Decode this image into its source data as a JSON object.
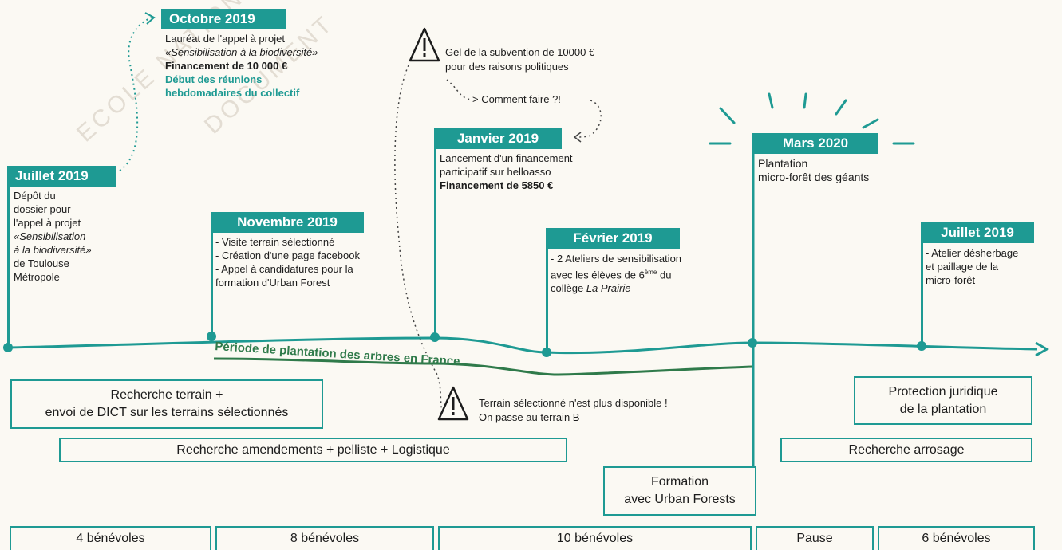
{
  "watermark": [
    "ECOLE NATIONALE",
    "DOCUMENT"
  ],
  "colors": {
    "accent": "#1e9a93",
    "period": "#2f7a4a",
    "warning": "#1c1c1c"
  },
  "events": {
    "oct2019": {
      "label": "Octobre 2019",
      "l1": "Lauréat de l'appel à projet",
      "l2": "«Sensibilisation à la biodiversité»",
      "l3": "Financement de 10 000 €",
      "l4": "Début des réunions",
      "l5": "hebdomadaires du collectif"
    },
    "jul2019a": {
      "label": "Juillet 2019",
      "l1": "Dépôt du",
      "l2": "dossier pour",
      "l3": "l'appel à projet",
      "l4": "«Sensibilisation",
      "l5": "à la biodiversité»",
      "l6": "de Toulouse",
      "l7": "Métropole"
    },
    "nov2019": {
      "label": "Novembre 2019",
      "l1": "- Visite terrain sélectionné",
      "l2": "- Création d'une page facebook",
      "l3": "- Appel à candidatures pour la",
      "l4": "formation d'Urban Forest"
    },
    "jan2019": {
      "label": "Janvier 2019",
      "l1": "Lancement d'un financement",
      "l2": "participatif sur helloasso",
      "l3": "Financement de 5850 €"
    },
    "feb2019": {
      "label": "Février 2019",
      "l1": "- 2 Ateliers de sensibilisation",
      "l2a": "avec les élèves de 6",
      "l2sup": "ème",
      "l2b": " du",
      "l3a": "collège ",
      "l3b": "La Prairie"
    },
    "mar2020": {
      "label": "Mars 2020",
      "l1": "Plantation",
      "l2": "micro-forêt des géants"
    },
    "jul2019b": {
      "label": "Juillet 2019",
      "l1": "- Atelier désherbage",
      "l2": "et paillage de la",
      "l3": "micro-forêt"
    }
  },
  "warnings": {
    "gel": {
      "l1": "Gel de la subvention de 10000 €",
      "l2": "pour des raisons politiques"
    },
    "comment": "> Comment faire ?!",
    "terrain": {
      "l1": "Terrain sélectionné n'est plus disponible !",
      "l2": "On passe au terrain B"
    }
  },
  "period_label": "Période de plantation des arbres en France",
  "tasks": {
    "recherche_terrain": {
      "l1": "Recherche terrain +",
      "l2": "envoi de DICT sur les terrains sélectionnés"
    },
    "amendements": "Recherche amendements + pelliste + Logistique",
    "protection": {
      "l1": "Protection juridique",
      "l2": "de la plantation"
    },
    "arrosage": "Recherche arrosage",
    "formation": {
      "l1": "Formation",
      "l2": "avec Urban Forests"
    }
  },
  "volunteers": [
    "4 bénévoles",
    "8 bénévoles",
    "10 bénévoles",
    "Pause",
    "6 bénévoles"
  ]
}
